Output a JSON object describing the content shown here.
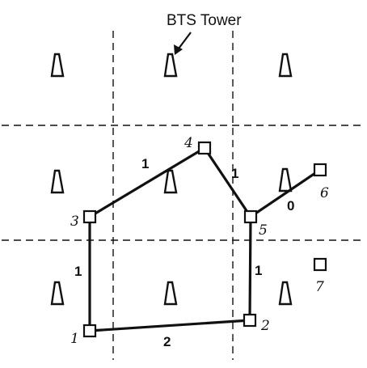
{
  "annotation": {
    "text": "BTS Tower"
  },
  "nodes": [
    {
      "id": "1",
      "label": "1"
    },
    {
      "id": "2",
      "label": "2"
    },
    {
      "id": "3",
      "label": "3"
    },
    {
      "id": "4",
      "label": "4"
    },
    {
      "id": "5",
      "label": "5"
    },
    {
      "id": "6",
      "label": "6"
    },
    {
      "id": "7",
      "label": "7"
    }
  ],
  "edges": [
    {
      "from": "1",
      "to": "2",
      "weight": "2"
    },
    {
      "from": "1",
      "to": "3",
      "weight": "1"
    },
    {
      "from": "3",
      "to": "4",
      "weight": "1"
    },
    {
      "from": "4",
      "to": "5",
      "weight": "1"
    },
    {
      "from": "5",
      "to": "2",
      "weight": "1"
    },
    {
      "from": "5",
      "to": "6",
      "weight": "0"
    }
  ],
  "icons": {
    "tower": "bts-tower-icon",
    "node": "square-node-icon"
  }
}
